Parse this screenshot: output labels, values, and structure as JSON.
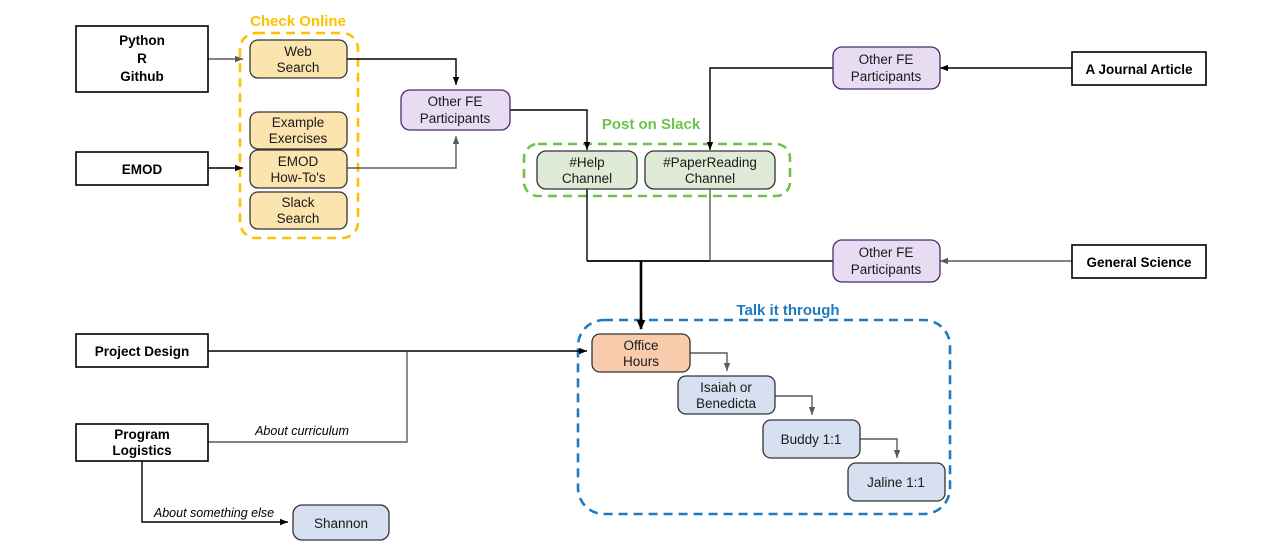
{
  "diagram": {
    "title_text": "",
    "groups": [
      {
        "id": "check-online",
        "label": "Check Online",
        "color": "#FFC000"
      },
      {
        "id": "post-on-slack",
        "label": "Post on Slack",
        "color": "#6CC24A"
      },
      {
        "id": "talk-it-through",
        "label": "Talk it through",
        "color": "#1F7BC1"
      }
    ],
    "nodes": {
      "python_r_github": {
        "label_line1": "Python",
        "label_line2": "R",
        "label_line3": "Github"
      },
      "emod": {
        "label": "EMOD"
      },
      "web_search": {
        "line1": "Web",
        "line2": "Search"
      },
      "example_exercises": {
        "line1": "Example",
        "line2": "Exercises"
      },
      "emod_howtos": {
        "line1": "EMOD",
        "line2": "How-To's"
      },
      "slack_search": {
        "line1": "Slack",
        "line2": "Search"
      },
      "other_fe_mid": {
        "line1": "Other FE",
        "line2": "Participants"
      },
      "other_fe_top_right": {
        "line1": "Other FE",
        "line2": "Participants"
      },
      "other_fe_bottom_right": {
        "line1": "Other FE",
        "line2": "Participants"
      },
      "journal_article": {
        "label": "A Journal Article"
      },
      "general_science": {
        "label": "General Science"
      },
      "help_channel": {
        "line1": "#Help",
        "line2": "Channel"
      },
      "paper_reading_channel": {
        "line1": "#PaperReading",
        "line2": "Channel"
      },
      "project_design": {
        "label": "Project Design"
      },
      "program_logistics": {
        "line1": "Program",
        "line2": "Logistics"
      },
      "shannon": {
        "label": "Shannon"
      },
      "office_hours": {
        "line1": "Office",
        "line2": "Hours"
      },
      "isaiah_benedicta": {
        "line1": "Isaiah or",
        "line2": "Benedicta"
      },
      "buddy": {
        "label": "Buddy 1:1"
      },
      "jaline": {
        "label": "Jaline 1:1"
      }
    },
    "edge_labels": {
      "about_curriculum": "About curriculum",
      "about_something_else": "About something else"
    },
    "colors": {
      "yellow_fill": "#FCE4AF",
      "yellow_border": "#FFC000",
      "green_fill": "#DFEBD6",
      "green_border": "#6CC24A",
      "purple_fill": "#E8DCF2",
      "purple_border": "#4C2A6E",
      "blue_fill": "#D6E0F0",
      "blue_border": "#2E4A7D",
      "orange_fill": "#F8CBAD",
      "orange_border": "#333333",
      "white_fill": "#FFFFFF",
      "black_border": "#000000",
      "group_blue": "#1F7BC1"
    }
  }
}
